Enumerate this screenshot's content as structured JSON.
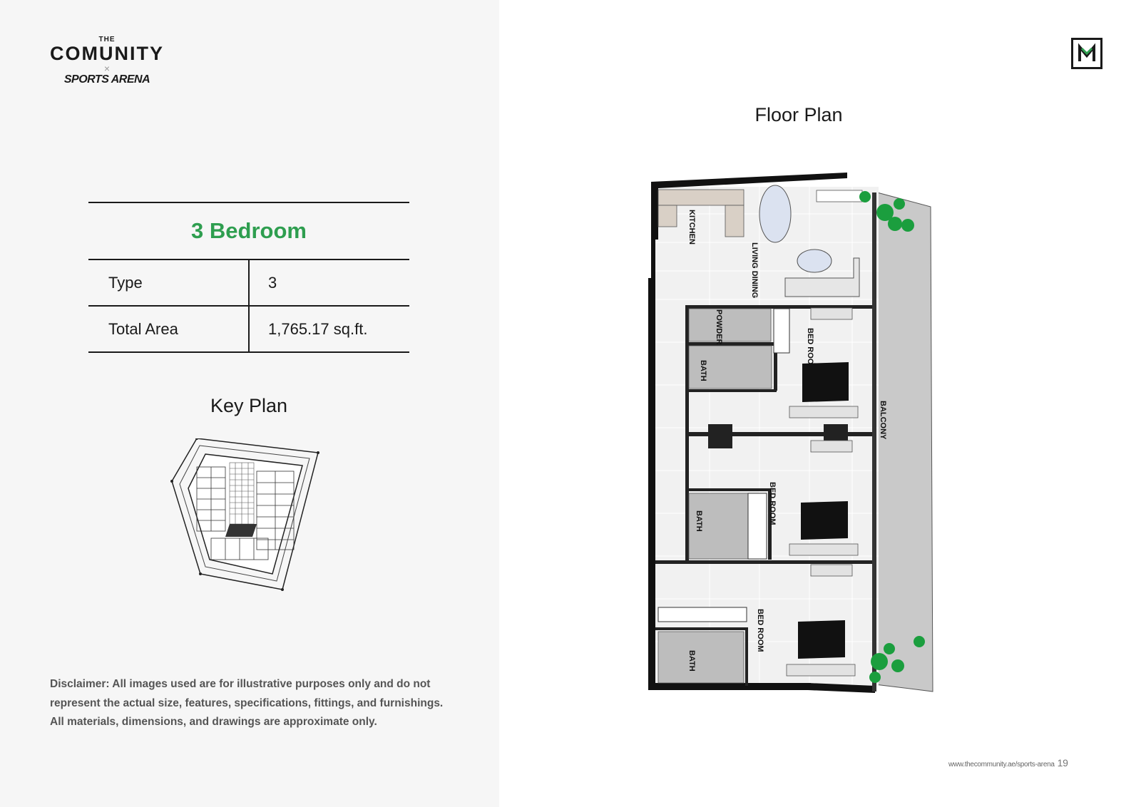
{
  "logo": {
    "the": "THE",
    "name": "COMUNITY",
    "x": "×",
    "sub": "SPORTS ARENA"
  },
  "brand_mark": {
    "letter": "M"
  },
  "unit": {
    "heading": "3 Bedroom",
    "rows": [
      {
        "label": "Type",
        "value": "3"
      },
      {
        "label": "Total Area",
        "value": "1,765.17 sq.ft."
      }
    ]
  },
  "key_plan": {
    "title": "Key Plan"
  },
  "floor_plan": {
    "title": "Floor Plan",
    "rooms": {
      "kitchen": "KITCHEN",
      "living": "LIVING DINING",
      "powder": "POWDER",
      "bath1": "BATH",
      "bath2": "BATH",
      "bath3": "BATH",
      "bed1": "BED ROO",
      "bed2": "BED ROOM",
      "bed3": "BED ROOM",
      "balcony": "BALCONY"
    }
  },
  "disclaimer": {
    "lines": [
      "Disclaimer: All images used are for illustrative purposes only and do not",
      "represent the actual size, features, specifications, fittings, and furnishings.",
      "All materials, dimensions, and drawings are approximate only."
    ]
  },
  "footer": {
    "url": "www.thecommunity.ae/sports-arena",
    "page": "19"
  },
  "colors": {
    "accent": "#2e9e4f",
    "text": "#1a1a1a",
    "panel": "#f6f6f6"
  }
}
